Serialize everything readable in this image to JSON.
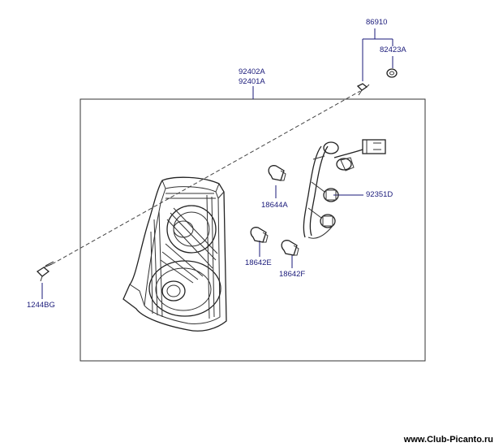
{
  "parts": {
    "p86910": "86910",
    "p82423a": "82423A",
    "p92402a": "92402A",
    "p92401a": "92401A",
    "p92351d": "92351D",
    "p18644a": "18644A",
    "p18642e": "18642E",
    "p18642f": "18642F",
    "p1244bg": "1244BG"
  },
  "watermark": "www.Club-Picanto.ru",
  "colors": {
    "label": "#1a1a7a",
    "line": "#333333"
  }
}
